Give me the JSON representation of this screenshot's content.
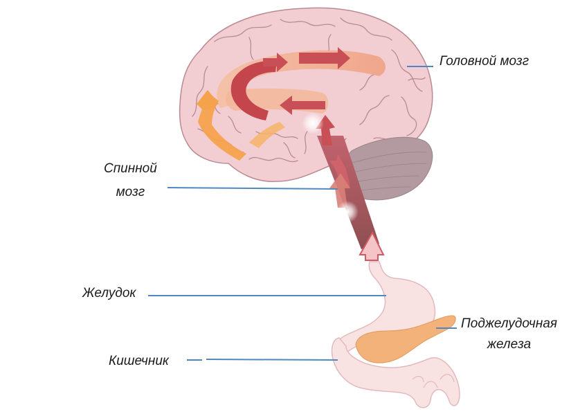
{
  "labels": {
    "brain": "Головной мозг",
    "spinal_cord_line1": "Спинной",
    "spinal_cord_line2": "мозг",
    "stomach": "Желудок",
    "pancreas_line1": "Поджелудочная",
    "pancreas_line2": "железа",
    "intestine": "Кишечник"
  },
  "colors": {
    "brain_fill": "#f2cdd2",
    "brain_outline": "#b98a92",
    "cerebellum": "#b29aa0",
    "pathway_salmon": "#f5a98a",
    "pathway_dark_red": "#c4454c",
    "pathway_orange": "#f4a24c",
    "spinal_cord": "#c9707a",
    "gut_fill": "#f8e2e2",
    "pancreas": "#f2b27a",
    "leader_line": "#4f88c0"
  },
  "icons": [
    "red-arrow",
    "orange-arrow",
    "pink-up-arrow",
    "glow-spot"
  ]
}
